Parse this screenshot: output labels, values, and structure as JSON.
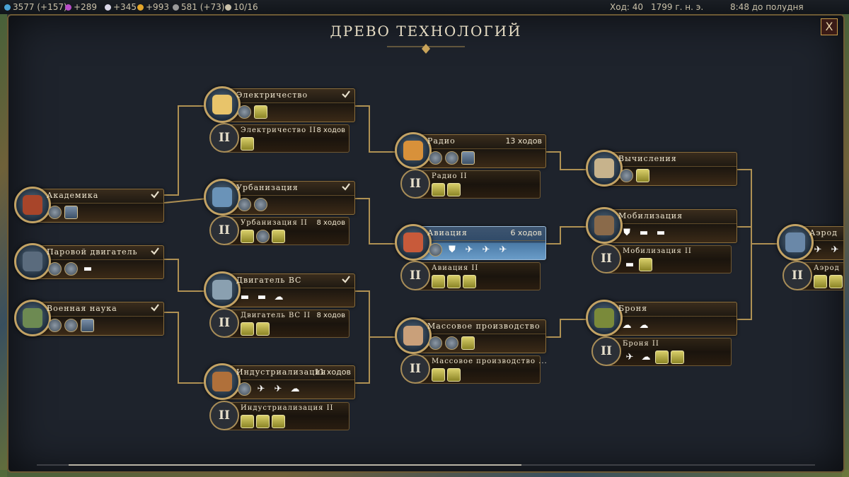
{
  "topbar": {
    "science": "3577 (+157)",
    "culture": "+289",
    "faith": "+345",
    "gold": "+993",
    "tourism": "581 (+73)",
    "envoys": "10/16",
    "turn": "Ход: 40",
    "year": "1799 г. н. э.",
    "time": "8:48 до полудня"
  },
  "title": "ДРЕВО ТЕХНОЛОГИЙ",
  "close_label": "X",
  "techs": [
    {
      "id": "academics",
      "name": "Академика",
      "turns": "",
      "done": true,
      "unlocks": [
        "bld",
        "sq"
      ]
    },
    {
      "id": "steam",
      "name": "Паровой двигатель",
      "turns": "",
      "done": true,
      "unlocks": [
        "bld",
        "bld",
        "w:ship"
      ]
    },
    {
      "id": "military",
      "name": "Военная наука",
      "turns": "",
      "done": true,
      "unlocks": [
        "bld",
        "bld",
        "sq"
      ]
    },
    {
      "id": "electricity",
      "name": "Электричество",
      "turns": "",
      "done": true,
      "unlocks": [
        "bld",
        "yel"
      ]
    },
    {
      "id": "urbanization",
      "name": "Урбанизация",
      "turns": "",
      "done": true,
      "unlocks": [
        "bld",
        "bld"
      ]
    },
    {
      "id": "ice",
      "name": "Двигатель ВС",
      "turns": "",
      "done": true,
      "unlocks": [
        "w:ship",
        "w:ship",
        "w:tank"
      ]
    },
    {
      "id": "industrialization",
      "name": "Индустриализация",
      "turns": "11 ходов",
      "done": false,
      "unlocks": [
        "bld",
        "w:gun",
        "w:gun",
        "w:tank"
      ]
    },
    {
      "id": "radio",
      "name": "Радио",
      "turns": "13 ходов",
      "done": false,
      "unlocks": [
        "bld",
        "bld",
        "sq"
      ]
    },
    {
      "id": "aviation",
      "name": "Авиация",
      "turns": "6 ходов",
      "done": false,
      "active": true,
      "unlocks": [
        "bld",
        "w:shield",
        "w:plane",
        "w:plane",
        "w:plane"
      ]
    },
    {
      "id": "massprod",
      "name": "Массовое производство",
      "turns": "",
      "done": false,
      "unlocks": [
        "bld",
        "bld",
        "yel"
      ]
    },
    {
      "id": "computers",
      "name": "Вычисления",
      "turns": "",
      "done": false,
      "unlocks": [
        "bld",
        "yel"
      ]
    },
    {
      "id": "mobilization",
      "name": "Мобилизация",
      "turns": "",
      "done": false,
      "unlocks": [
        "w:shield",
        "w:ship",
        "w:ship"
      ]
    },
    {
      "id": "armor",
      "name": "Броня",
      "turns": "",
      "done": false,
      "unlocks": [
        "w:tank",
        "w:tank"
      ]
    },
    {
      "id": "aero",
      "name": "Аэрод",
      "turns": "",
      "done": false,
      "unlocks": [
        "w:plane",
        "w:plane"
      ]
    }
  ],
  "boosts": [
    {
      "id": "electricity2",
      "name": "Электричество II",
      "turns": "8 ходов",
      "unlocks": [
        "yel"
      ]
    },
    {
      "id": "urbanization2",
      "name": "Урбанизация II",
      "turns": "8 ходов",
      "unlocks": [
        "yel",
        "bld",
        "yel"
      ]
    },
    {
      "id": "ice2",
      "name": "Двигатель ВС II",
      "turns": "8 ходов",
      "unlocks": [
        "yel",
        "yel"
      ]
    },
    {
      "id": "industrialization2",
      "name": "Индустриализация II",
      "turns": "",
      "unlocks": [
        "yel",
        "yel",
        "yel"
      ]
    },
    {
      "id": "radio2",
      "name": "Радио II",
      "turns": "",
      "unlocks": [
        "yel",
        "yel"
      ]
    },
    {
      "id": "aviation2",
      "name": "Авиация II",
      "turns": "",
      "unlocks": [
        "yel",
        "yel",
        "yel"
      ]
    },
    {
      "id": "massprod2",
      "name": "Массовое производство ...",
      "turns": "",
      "unlocks": [
        "yel",
        "yel"
      ]
    },
    {
      "id": "mobilization2",
      "name": "Мобилизация II",
      "turns": "",
      "unlocks": [
        "w:ship",
        "yel"
      ]
    },
    {
      "id": "armor2",
      "name": "Броня II",
      "turns": "",
      "unlocks": [
        "w:gun",
        "w:tank",
        "yel",
        "yel"
      ]
    },
    {
      "id": "aero2",
      "name": "Аэрод",
      "turns": "",
      "unlocks": [
        "yel",
        "yel"
      ]
    }
  ],
  "level2_label": "II",
  "colors": {
    "gold_border": "#c2a264",
    "line": "#c9a45a",
    "active_blue": "#4a7aa6",
    "panel": "#1e232c"
  }
}
